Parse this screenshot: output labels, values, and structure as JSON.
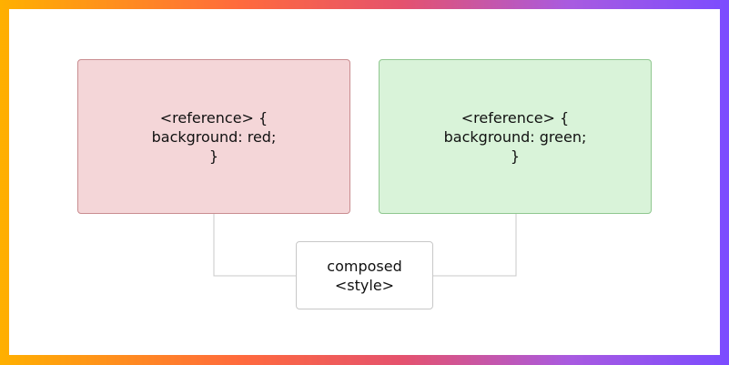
{
  "diagram": {
    "nodes": {
      "red": {
        "text": "<reference> {\nbackground: red;\n}",
        "fill": "#f4d6d8",
        "border": "#c98d90"
      },
      "green": {
        "text": "<reference> {\nbackground: green;\n}",
        "fill": "#d9f3d9",
        "border": "#8fc78f"
      },
      "composed": {
        "text": "composed\n<style>",
        "fill": "#ffffff",
        "border": "#c8c8c8"
      }
    },
    "edges": [
      {
        "from": "red",
        "to": "composed"
      },
      {
        "from": "green",
        "to": "composed"
      }
    ],
    "connector_color": "#c8c8c8"
  }
}
